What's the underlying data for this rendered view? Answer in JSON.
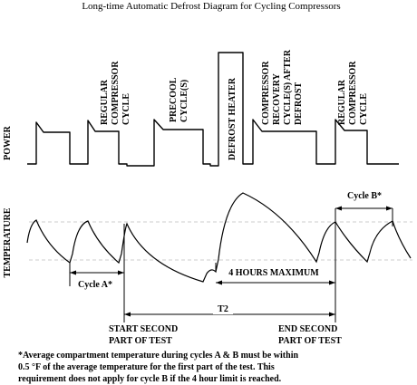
{
  "title": "Long-time Automatic Defrost Diagram for Cycling Compressors",
  "axes": {
    "power": "POWER",
    "temperature": "TEMPERATURE"
  },
  "phase_labels": [
    [
      "REGULAR",
      "COMPRESSOR",
      "CYCLE"
    ],
    [
      "PRECOOL",
      "CYCLE(S)"
    ],
    [
      "DEFROST HEATER"
    ],
    [
      "COMPRESSOR",
      "RECOVERY",
      "CYCLE(S) AFTER",
      "DEFROST"
    ],
    [
      "REGULAR",
      "COMPRESSOR",
      "CYCLE"
    ]
  ],
  "annotations": {
    "cycle_a": "Cycle A*",
    "cycle_b": "Cycle B*",
    "four_hours": "4 HOURS MAXIMUM",
    "t2": "T2",
    "start": [
      "START SECOND",
      "PART OF TEST"
    ],
    "end": [
      "END SECOND",
      "PART OF TEST"
    ]
  },
  "footnote": [
    "*Average compartment temperature during cycles A & B must be within",
    "0.5 °F  of  the average temperature for the first part of the test. This",
    "requirement does not apply for cycle B if the 4 hour limit is reached."
  ]
}
